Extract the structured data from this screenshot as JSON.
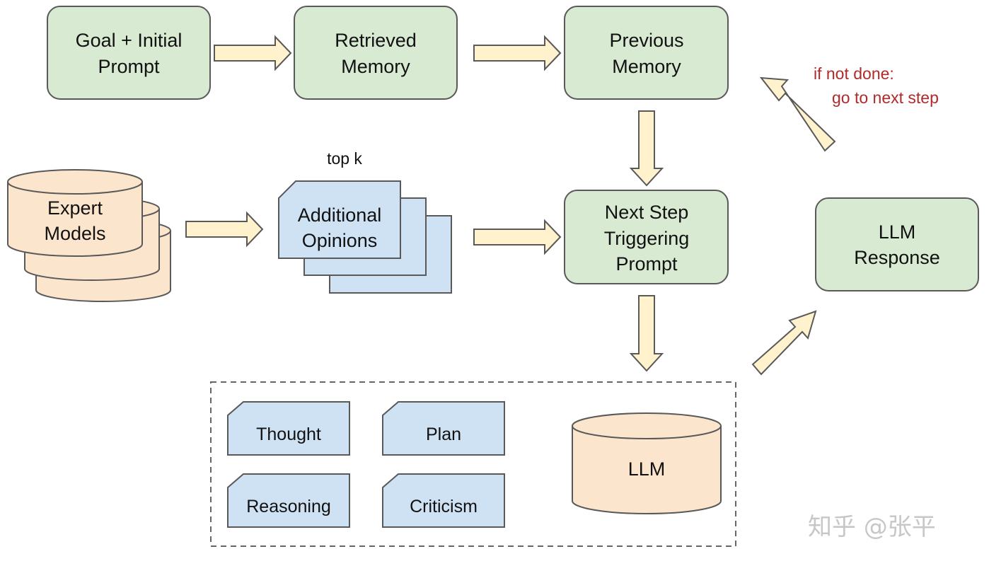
{
  "nodes": {
    "goal_prompt": [
      "Goal + Initial",
      "Prompt"
    ],
    "retrieved_memory": [
      "Retrieved",
      "Memory"
    ],
    "previous_memory": [
      "Previous",
      "Memory"
    ],
    "expert_models": [
      "Expert",
      "Models"
    ],
    "additional_opinions": [
      "Additional",
      "Opinions"
    ],
    "next_step_prompt": [
      "Next Step",
      "Triggering",
      "Prompt"
    ],
    "llm_response": [
      "LLM",
      "Response"
    ],
    "thought": "Thought",
    "plan": "Plan",
    "reasoning": "Reasoning",
    "criticism": "Criticism",
    "llm": "LLM"
  },
  "labels": {
    "top_k": "top k",
    "if_not_done": [
      "if not done:",
      "go to next step"
    ]
  },
  "watermark": "知乎 @张平",
  "colors": {
    "green_box": "#d9ead3",
    "blue_doc": "#cfe2f3",
    "peach_cylinder": "#fce5cd",
    "arrow_fill": "#fff2cc",
    "note_red": "#b02a2a"
  }
}
